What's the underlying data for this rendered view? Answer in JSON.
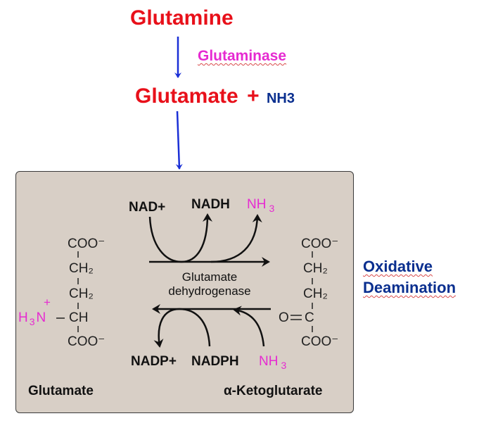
{
  "top": {
    "substrate": "Glutamine",
    "enzyme": "Glutaminase",
    "product": "Glutamate",
    "plus": "+",
    "byproduct": "NH3"
  },
  "side_label": {
    "line1": "Oxidative",
    "line2": "Deamination"
  },
  "reaction": {
    "cofactor_in_top": "NAD+",
    "cofactor_out_top": "NADH",
    "nh3_top": "NH",
    "nh3_top_sub": "3",
    "enzyme_line1": "Glutamate",
    "enzyme_line2": "dehydrogenase",
    "cofactor_out_bottom": "NADP+",
    "cofactor_in_bottom": "NADPH",
    "nh3_bottom": "NH",
    "nh3_bottom_sub": "3",
    "left_name": "Glutamate",
    "right_name": "α-Ketoglutarate"
  },
  "glutamate_structure": {
    "coo_top": "COO⁻",
    "ch2_a": "CH₂",
    "ch2_b": "CH₂",
    "ch": "CH",
    "coo_bottom": "COO⁻",
    "amine_plus": "+",
    "amine": "H",
    "amine_sub": "3",
    "amine_n": "N"
  },
  "ketoglutarate_structure": {
    "coo_top": "COO⁻",
    "ch2_a": "CH₂",
    "ch2_b": "CH₂",
    "c": "C",
    "o": "O",
    "coo_bottom": "COO⁻"
  },
  "colors": {
    "red": "#e8101a",
    "blue": "#0a2f8f",
    "magenta": "#e62ad1",
    "box_fill": "#d8cfc6",
    "arrow_blue": "#1a2fd6"
  }
}
